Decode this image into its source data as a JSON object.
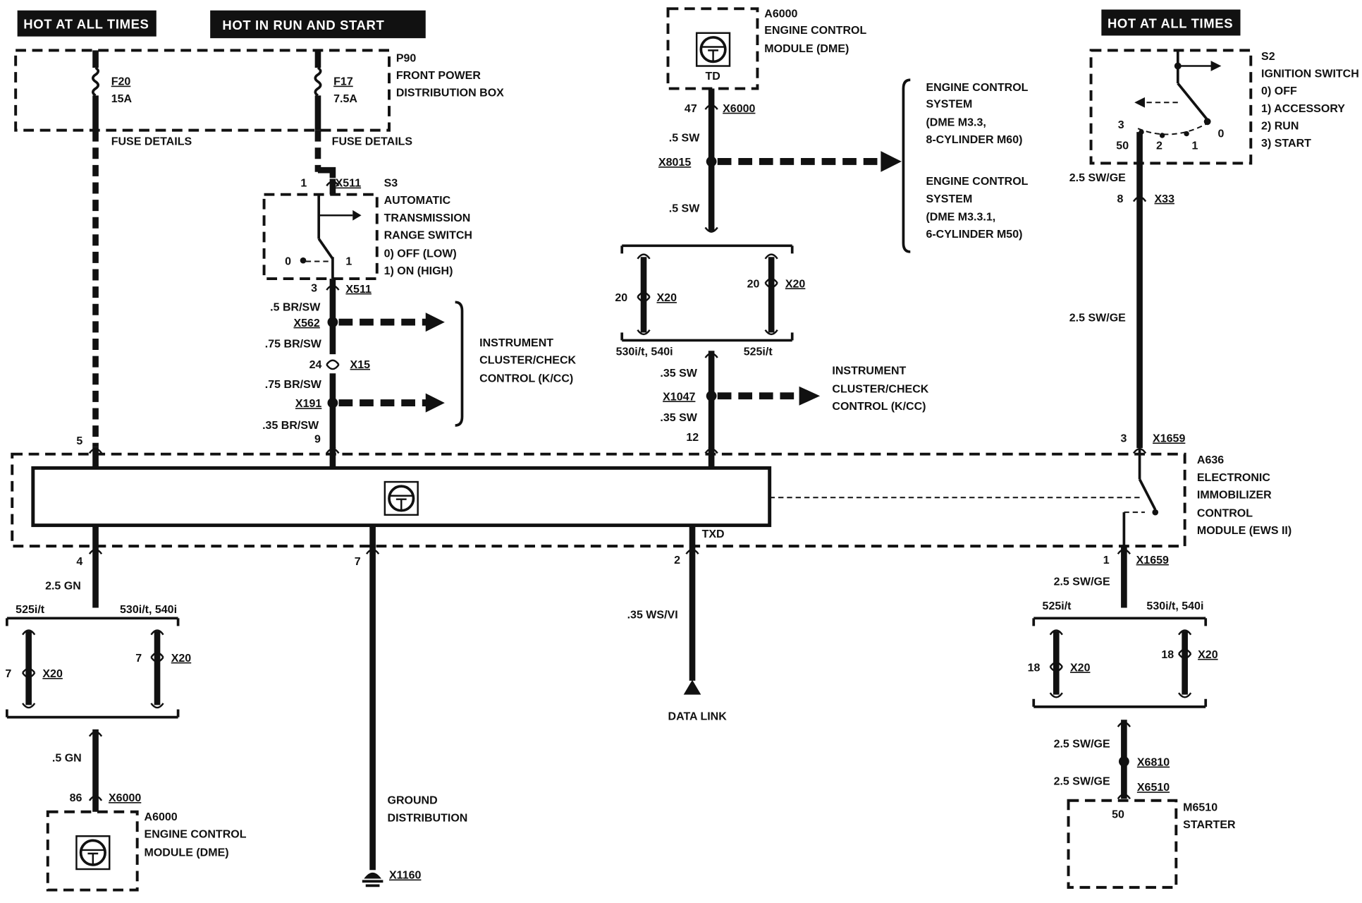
{
  "headers": {
    "hot_left": "HOT AT ALL TIMES",
    "hot_run": "HOT IN RUN AND START",
    "hot_right": "HOT AT ALL TIMES"
  },
  "p90": {
    "id": "P90",
    "line1": "FRONT POWER",
    "line2": "DISTRIBUTION BOX",
    "f20": "F20",
    "f20_amp": "15A",
    "f17": "F17",
    "f17_amp": "7.5A",
    "fuse_details": "FUSE DETAILS"
  },
  "s3": {
    "id": "S3",
    "line1": "AUTOMATIC",
    "line2": "TRANSMISSION",
    "line3": "RANGE SWITCH",
    "opt0": "0)   OFF (LOW)",
    "opt1": "1)   ON (HIGH)",
    "pos0": "0",
    "pos1": "1"
  },
  "a6000": {
    "id": "A6000",
    "line1": "ENGINE CONTROL",
    "line2": "MODULE (DME)",
    "td": "TD"
  },
  "ecs": {
    "a1": "ENGINE CONTROL",
    "a2": "SYSTEM",
    "a3": "(DME M3.3,",
    "a4": "8-CYLINDER M60)",
    "b1": "ENGINE CONTROL",
    "b2": "SYSTEM",
    "b3": "(DME M3.3.1,",
    "b4": "6-CYLINDER M50)"
  },
  "s2": {
    "id": "S2",
    "title": "IGNITION SWITCH",
    "o0": "0)   OFF",
    "o1": "1)   ACCESSORY",
    "o2": "2)   RUN",
    "o3": "3)   START",
    "p3": "3",
    "p50": "50",
    "p2": "2",
    "p1": "1",
    "p0": "0"
  },
  "kcc": {
    "l1": "INSTRUMENT",
    "l2": "CLUSTER/CHECK",
    "l3": "CONTROL (K/CC)"
  },
  "a636": {
    "id": "A636",
    "l1": "ELECTRONIC",
    "l2": "IMMOBILIZER",
    "l3": "CONTROL",
    "l4": "MODULE (EWS II)",
    "txd": "TXD"
  },
  "wires": {
    "sw_5": ".5 SW",
    "sw_35": ".35 SW",
    "brsw_5": ".5 BR/SW",
    "brsw_75": ".75 BR/SW",
    "brsw_35": ".35 BR/SW",
    "swge_25": "2.5 SW/GE",
    "gn_25": "2.5 GN",
    "gn_5": ".5 GN",
    "wsvi_35": ".35 WS/VI"
  },
  "conn": {
    "x511": "X511",
    "x562": "X562",
    "x15": "X15",
    "x191": "X191",
    "x6000": "X6000",
    "x8015": "X8015",
    "x20": "X20",
    "x1047": "X1047",
    "x33": "X33",
    "x1659": "X1659",
    "x6810": "X6810",
    "x6510": "X6510",
    "x1160": "X1160"
  },
  "pins": {
    "p1": "1",
    "p3": "3",
    "p24": "24",
    "p5": "5",
    "p9": "9",
    "p47": "47",
    "p20": "20",
    "p12": "12",
    "p8": "8",
    "p4": "4",
    "p7": "7",
    "p2": "2",
    "p18": "18",
    "p86": "86",
    "p50": "50"
  },
  "variants": {
    "v530_540_a": "530i/t, 540i",
    "v525_a": "525i/t",
    "v525_b": "525i/t",
    "v530_540_b": "530i/t, 540i",
    "v525_c": "525i/t",
    "v530_540_c": "530i/t, 540i"
  },
  "ground": {
    "l1": "GROUND",
    "l2": "DISTRIBUTION"
  },
  "data_link": "DATA LINK",
  "starter": {
    "id": "M6510",
    "name": "STARTER"
  }
}
